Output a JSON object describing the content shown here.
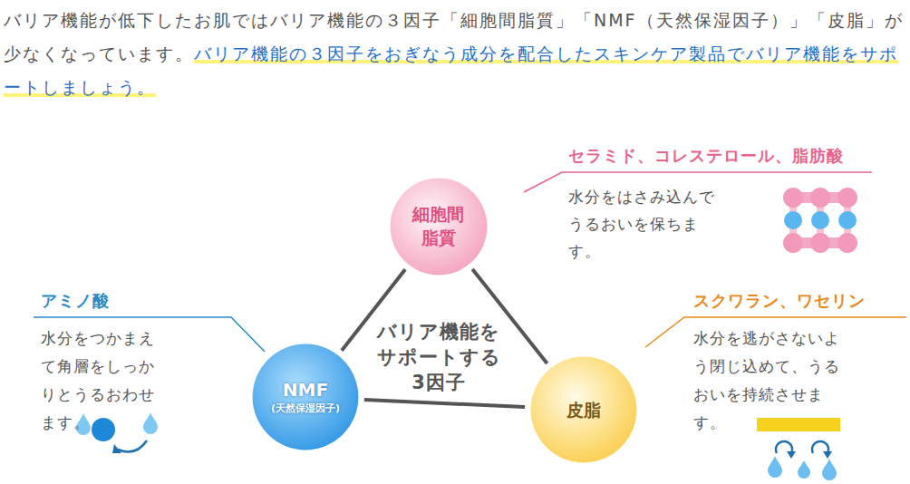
{
  "diagram": {
    "nodes": [
      {
        "text": [
          "細胞間脂質"
        ]
      },
      {
        "text": [
          "NMF",
          "(天然保湿因子)"
        ]
      },
      {
        "text": [
          "皮脂"
        ]
      }
    ],
    "edges": [
      {
        "from": 0,
        "to": 1,
        "arrow": "none"
      },
      {
        "from": 0,
        "to": 2,
        "arrow": "none"
      },
      {
        "from": 1,
        "to": 2,
        "arrow": "none"
      }
    ],
    "labels": [
      "バリア機能が低下したお肌ではバリア機能の３因子「細胞間脂質」「NMF（天然保湿因子）」「皮脂」が少なくなっています。",
      "バリア機能の３因子をおぎなう成分を配合したスキンケア製品でバリア機能をサポートしましょう。",
      "セラミド、コレステロール、脂肪酸",
      "水分をはさみ込んでうるおいを保ちます。",
      "アミノ酸",
      "水分をつかまえて角層をしっかりとうるおわせます。",
      "スクワラン、ワセリン",
      "水分を逃がさないよう閉じ込めて、うるおいを持続させます。",
      "バリア機能をサポートする3因子"
    ]
  }
}
